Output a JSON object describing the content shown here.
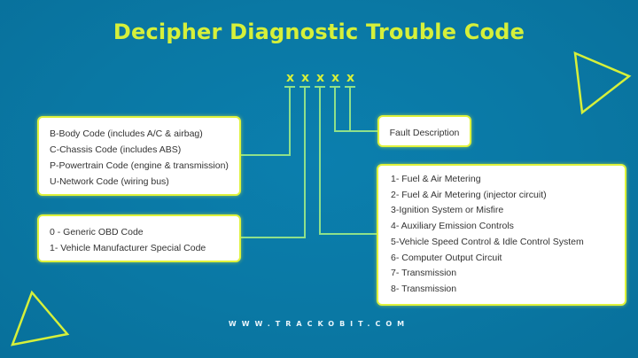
{
  "title": "Decipher Diagnostic Trouble Code",
  "code_placeholders": [
    "x",
    "x",
    "x",
    "x",
    "x"
  ],
  "boxes": {
    "system_type": {
      "lines": [
        "B-Body Code (includes A/C & airbag)",
        "C-Chassis Code (includes ABS)",
        "P-Powertrain Code (engine & transmission)",
        "U-Network Code (wiring bus)"
      ]
    },
    "code_type": {
      "lines": [
        "0 - Generic OBD Code",
        "1- Vehicle Manufacturer Special Code"
      ]
    },
    "fault": {
      "label": "Fault Description"
    },
    "subsystem": {
      "lines": [
        "1- Fuel & Air Metering",
        "2- Fuel & Air Metering (injector circuit)",
        "3-Ignition System or Misfire",
        "4- Auxiliary Emission Controls",
        "5-Vehicle Speed Control & Idle Control System",
        "6- Computer Output Circuit",
        "7- Transmission",
        "8- Transmission"
      ]
    }
  },
  "footer": "WWW.TRACKOBIT.COM",
  "colors": {
    "background": "#0a78a4",
    "accent": "#d6f03a",
    "line": "#8fe08a",
    "box": "#ffffff"
  }
}
